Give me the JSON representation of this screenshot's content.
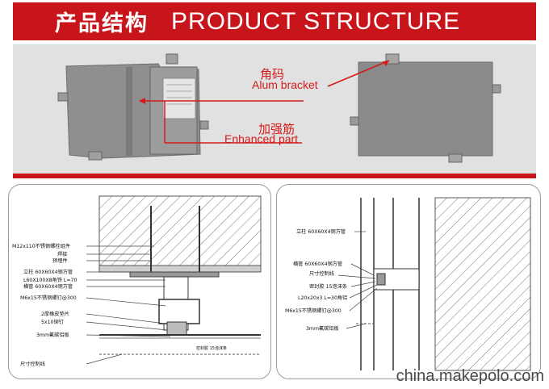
{
  "banner": {
    "title_cn": "产品结构",
    "title_en": "PRODUCT STRUCTURE"
  },
  "photo_callouts": {
    "bracket_cn": "角码",
    "bracket_en": "Alum bracket",
    "stiffener_cn": "加强筋",
    "stiffener_en": "Enhanced part"
  },
  "left_drawing": {
    "labels": [
      "M12x110不锈钢螺栓组件",
      "焊接",
      "预埋件",
      "立柱 60X60X4钢方管",
      "L60X100X8角铁 L=70",
      "横管 60X60X4钢方管",
      "M6x15不锈钢螺钉@300",
      "2厚橡皮垫片",
      "5x10铆钉",
      "3mm氟碳铝板",
      "尺寸控制线"
    ],
    "bottom_note": "密封胶 15泡沫条"
  },
  "right_drawing": {
    "labels": [
      "立柱 60X60X4钢方管",
      "横管 60X60X4钢方管",
      "尺寸控制线",
      "密封胶 15泡沫条",
      "L20x20x3 L=30角铝",
      "M6x15不锈钢螺钉@300",
      "3mm氟碳铝板"
    ]
  },
  "footer": {
    "watermark": "china.makepolo.com"
  },
  "colors": {
    "brand_red": "#c8141b",
    "callout_red": "#d41a1a",
    "panel_gray": "#e1e1e1",
    "sheet_gray": "#7f7f7f"
  }
}
